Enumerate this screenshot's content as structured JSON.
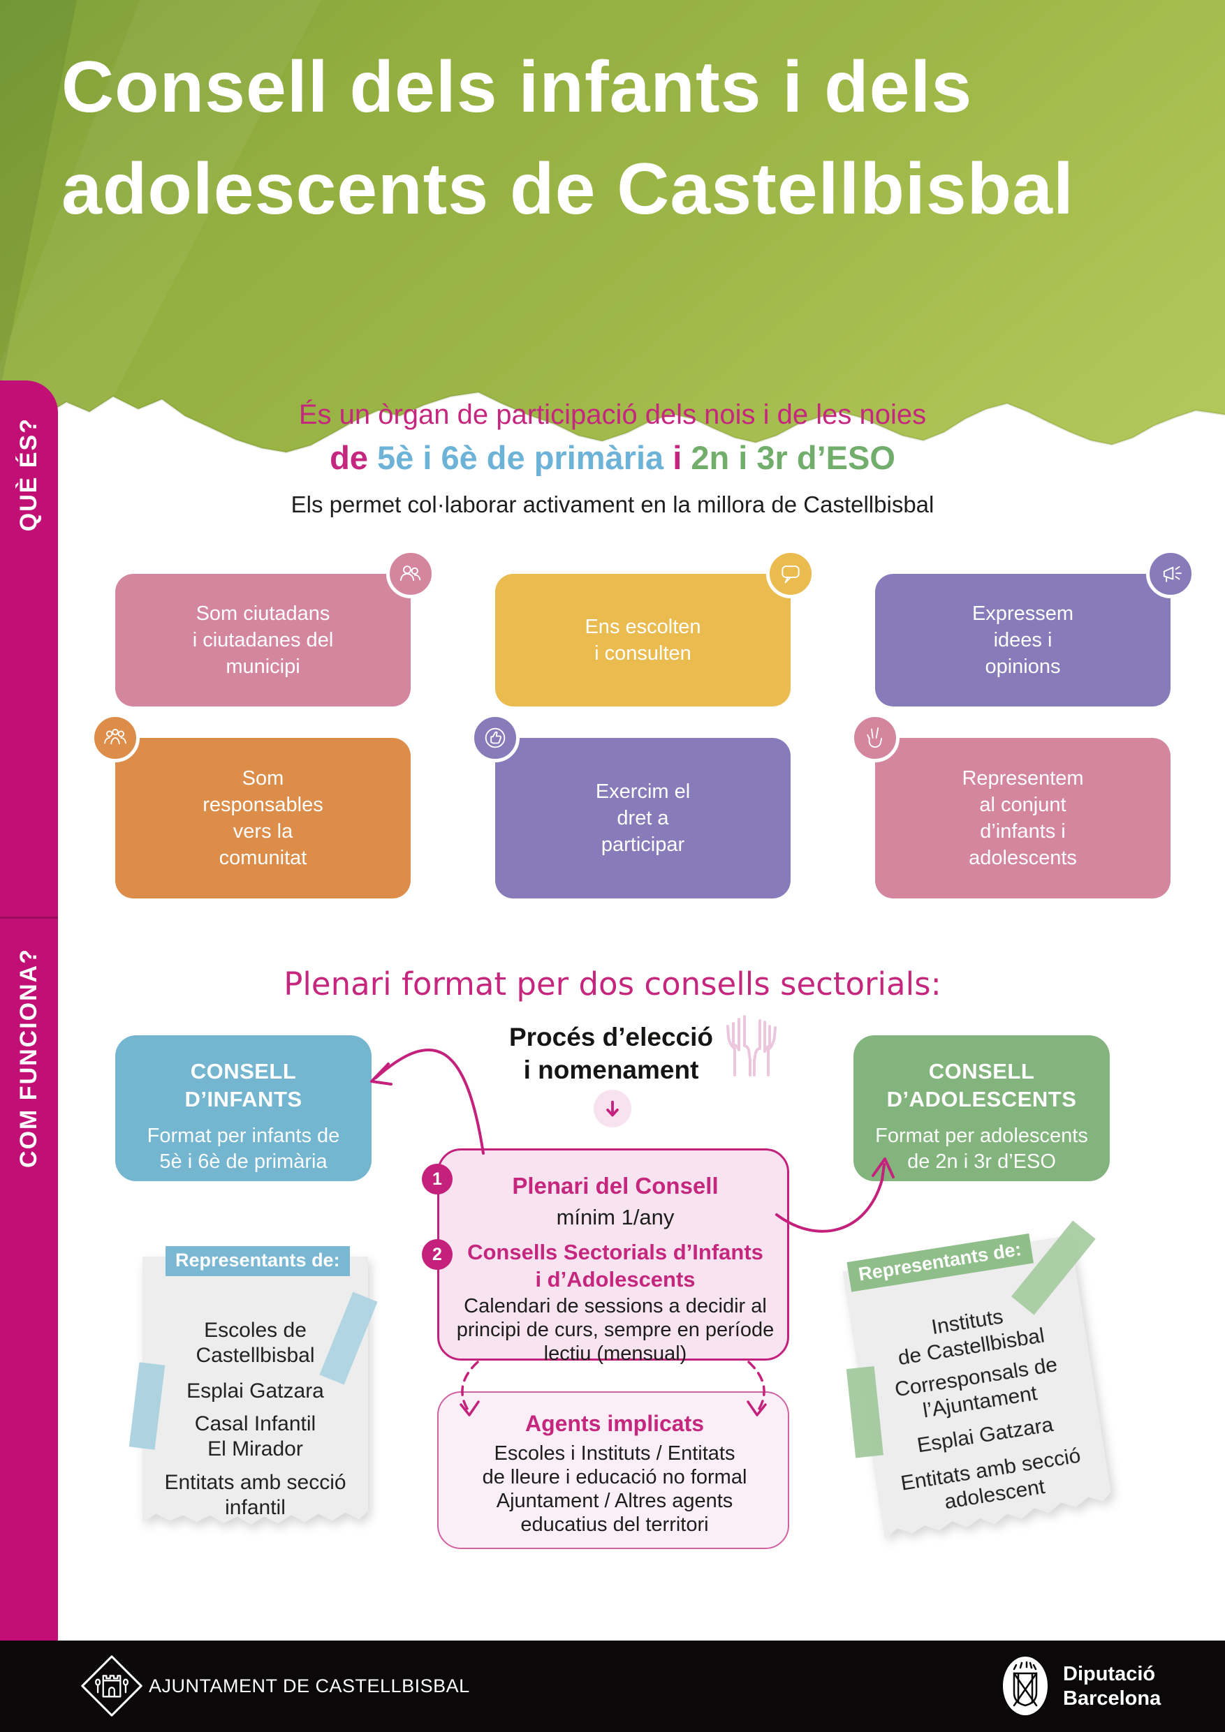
{
  "header": {
    "title_line1": "Consell dels infants i dels",
    "title_line2": "adolescents de Castellbisbal"
  },
  "sidebar": {
    "section1": "QUÈ ÉS?",
    "section2": "COM FUNCIONA?"
  },
  "intro": {
    "line1": "És un òrgan de participació dels nois i de les noies",
    "line2_pre": "de ",
    "line2_blue": "5è i 6è de primària",
    "line2_mid": " i ",
    "line2_green": "2n i 3r d’ESO",
    "line3": "Els permet col·laborar activament en la millora de Castellbisbal"
  },
  "cards": [
    {
      "icon": "citizens-icon",
      "lines": [
        "Som ciutadans",
        "i ciutadanes del",
        "municipi"
      ]
    },
    {
      "icon": "speech-bubble-icon",
      "lines": [
        "Ens escolten",
        "i consulten"
      ]
    },
    {
      "icon": "megaphone-icon",
      "lines": [
        "Expressem",
        "idees i",
        "opinions"
      ]
    },
    {
      "icon": "community-icon",
      "lines": [
        "Som",
        "responsables",
        "vers la",
        "comunitat"
      ]
    },
    {
      "icon": "thumbs-up-icon",
      "lines": [
        "Exercim el",
        "dret a",
        "participar"
      ]
    },
    {
      "icon": "peace-hand-icon",
      "lines": [
        "Representem",
        "al conjunt",
        "d’infants i",
        "adolescents"
      ]
    }
  ],
  "how": {
    "heading": "Plenari format per dos consells sectorials:",
    "consell_infants": {
      "title_lines": [
        "CONSELL",
        "D’INFANTS"
      ],
      "body_lines": [
        "Format per infants de",
        "5è i 6è de primària"
      ]
    },
    "consell_adolescents": {
      "title_lines": [
        "CONSELL",
        "D’ADOLESCENTS"
      ],
      "body_lines": [
        "Format per adolescents",
        "de 2n i 3r d’ESO"
      ]
    },
    "proces_lines": [
      "Procés d’elecció",
      "i nomenament"
    ],
    "plenari": {
      "num1": "1",
      "title1": "Plenari del Consell",
      "sub1": "mínim 1/any",
      "num2": "2",
      "title2_lines": [
        "Consells Sectorials d’Infants",
        "i d’Adolescents"
      ],
      "body2_lines": [
        "Calendari de sessions a decidir al",
        "principi de curs, sempre en període",
        "lectiu (mensual)"
      ]
    },
    "agents": {
      "title": "Agents implicats",
      "body_lines": [
        "Escoles i Instituts / Entitats",
        "de lleure i educació no formal",
        "Ajuntament / Altres agents",
        "educatius del territori"
      ]
    }
  },
  "notes": {
    "left": {
      "label": "Representants de:",
      "items": [
        [
          "Escoles de",
          "Castellbisbal"
        ],
        [
          "Esplai Gatzara"
        ],
        [
          "Casal Infantil",
          "El Mirador"
        ],
        [
          "Entitats amb secció",
          "infantil"
        ]
      ]
    },
    "right": {
      "label": "Representants de:",
      "items": [
        [
          "Instituts",
          "de Castellbisbal"
        ],
        [
          "Corresponsals de",
          "l’Ajuntament"
        ],
        [
          "Esplai Gatzara"
        ],
        [
          "Entitats amb secció",
          "adolescent"
        ]
      ]
    }
  },
  "footer": {
    "left_org": "AJUNTAMENT DE CASTELLBISBAL",
    "right_line1": "Diputació",
    "right_line2": "Barcelona"
  },
  "colors": {
    "magenta": "#c4217c",
    "sidebar_pink": "#c20f76",
    "header_green": "#9cb747",
    "card_pink": "#d5869f",
    "card_yellow": "#eabc50",
    "card_purple": "#887bb9",
    "card_orange": "#dd8d4a",
    "box_blue": "#74b5cf",
    "box_green": "#84b47e",
    "note_label_blue": "#7ab7d3",
    "note_label_green": "#8fbe8a",
    "text_blue": "#6db2d7",
    "text_green": "#71ad6b"
  }
}
